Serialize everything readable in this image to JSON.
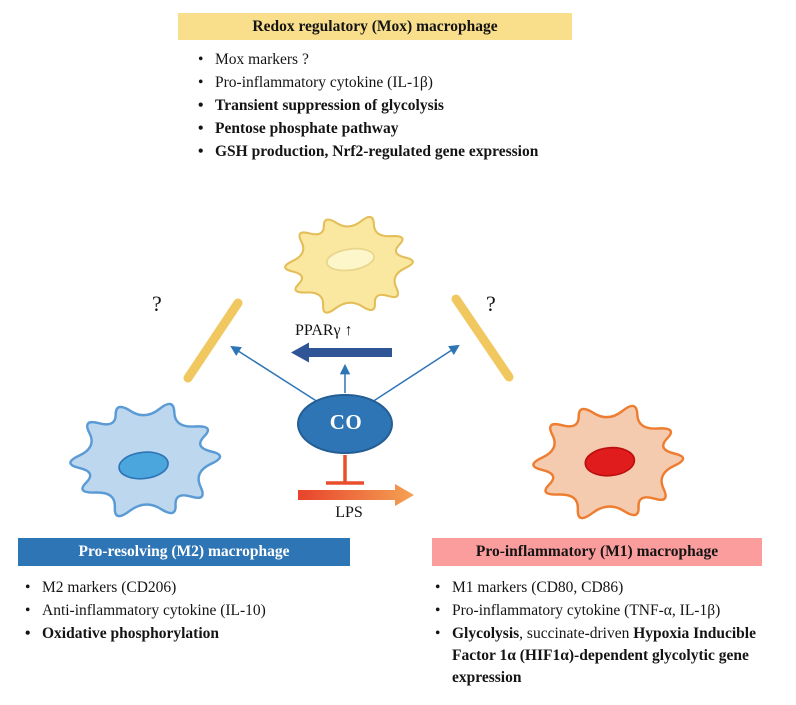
{
  "headers": {
    "mox": "Redox regulatory (Mox) macrophage",
    "m2": "Pro-resolving (M2) macrophage",
    "m1": "Pro-inflammatory (M1) macrophage"
  },
  "mox_list": {
    "items": [
      "Mox markers ?",
      "Pro-inflammatory cytokine (IL-1β)",
      "Transient suppression of glycolysis",
      "Pentose phosphate pathway",
      "GSH production, Nrf2-regulated gene expression"
    ]
  },
  "m2_list": {
    "items": [
      "M2 markers (CD206)",
      "Anti-inflammatory cytokine (IL-10)",
      "Oxidative phosphorylation"
    ]
  },
  "m1_list": {
    "items_plain": [
      "M1 markers (CD80, CD86)",
      "Pro-inflammatory cytokine (TNF-α, IL-1β)"
    ],
    "item_mixed": {
      "bold_start": "Glycolysis",
      "regular_middle": ", succinate-driven ",
      "bold_end": "Hypoxia Inducible Factor 1α (HIF1α)-dependent glycolytic gene expression"
    }
  },
  "center": {
    "co": "CO",
    "ppar": "PPARγ ↑",
    "lps": "LPS",
    "question_left": "?",
    "question_right": "?"
  },
  "colors": {
    "mox_header_bg": "#F9DF8C",
    "m2_header_bg": "#2E75B6",
    "m2_header_text": "#FFFFFF",
    "m1_header_bg": "#FC9D9D",
    "co_fill": "#2E75B6",
    "co_stroke": "#255E94",
    "arrow_blue": "#2E75B6",
    "ppar_arrow_fill": "#2F5597",
    "block_bar": "#F1C75F",
    "inhibit_red": "#E94F2D",
    "lps_arrow_start": "#E8432C",
    "lps_arrow_end": "#F4A253"
  },
  "cells": {
    "mox": {
      "fill": "#FAE7A0",
      "stroke": "#E3BE59",
      "nucleus_fill": "#FDF6CB",
      "nucleus_stroke": "#E8D68C"
    },
    "m2": {
      "fill": "#BDD7EE",
      "stroke": "#5B9BD5",
      "nucleus_fill": "#4BA6DD",
      "nucleus_stroke": "#2E75B6"
    },
    "m1": {
      "fill": "#F5CBB0",
      "stroke": "#ED7D31",
      "nucleus_fill": "#E01C1C",
      "nucleus_stroke": "#BC0F0F"
    }
  }
}
